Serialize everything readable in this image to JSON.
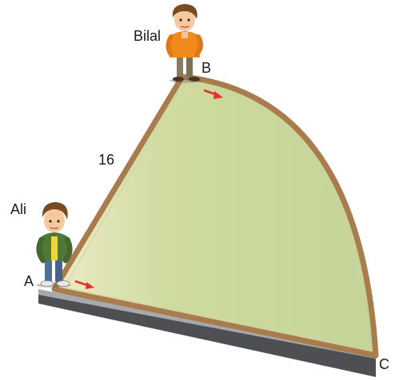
{
  "labels": {
    "point_a": "A",
    "point_b": "B",
    "point_c": "C",
    "side_length": "16",
    "person_a": "Ali",
    "person_b": "Bilal"
  },
  "colors": {
    "field": "#c9d79b",
    "field_light": "#e6e8c2",
    "border": "#a97c4e",
    "base_edge": "#4d4f52",
    "arrow": "#e8312b"
  }
}
